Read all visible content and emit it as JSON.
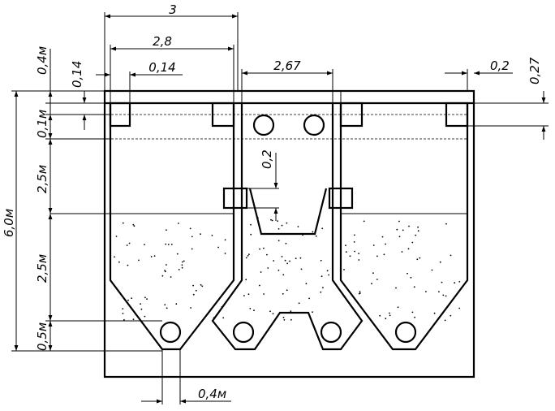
{
  "labels": {
    "top_width": "3",
    "width_2_8": "2,8",
    "width_0_14": "0,14",
    "dim_0_14_left": "0,14",
    "middle_width": "2,67",
    "right_0_2": "0,2",
    "right_0_27": "0,27",
    "left_0_4": "0,4м",
    "left_0_1": "0,1м",
    "left_2_5_upper": "2,5м",
    "total_6_0": "6,0м",
    "left_2_5_lower": "2,5м",
    "left_0_5": "0,5м",
    "bottom_0_4": "0,4м",
    "inner_0_2": "0,2"
  }
}
